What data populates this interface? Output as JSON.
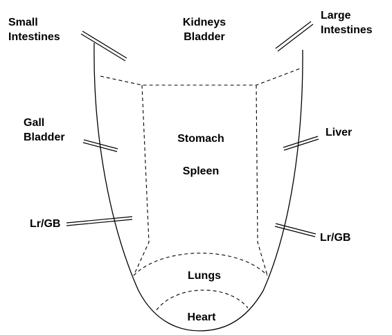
{
  "labels": {
    "small_intestines": [
      "Small",
      "Intestines"
    ],
    "kidneys_bladder": [
      "Kidneys",
      "Bladder"
    ],
    "large_intestines": [
      "Large",
      "Intestines"
    ],
    "gall_bladder": [
      "Gall",
      "Bladder"
    ],
    "liver": "Liver",
    "stomach": "Stomach",
    "spleen": "Spleen",
    "lr_gb_left": "Lr/GB",
    "lr_gb_right": "Lr/GB",
    "lungs": "Lungs",
    "heart": "Heart"
  },
  "colors": {
    "line": "#000000",
    "background": "#ffffff"
  }
}
